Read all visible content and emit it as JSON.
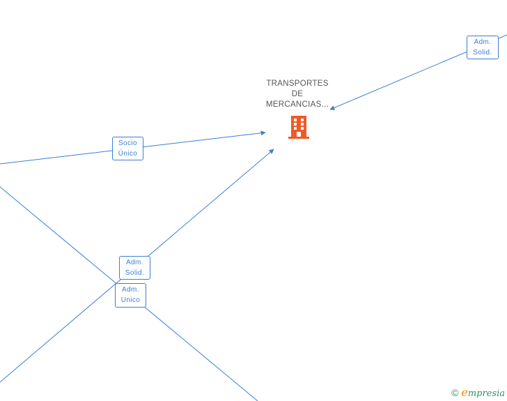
{
  "company": {
    "name_lines": [
      "TRANSPORTES",
      "DE",
      "MERCANCIAS..."
    ],
    "icon": "building-icon",
    "icon_color": "#f05a28"
  },
  "edges": [
    {
      "label_lines": [
        "Adm.",
        "Solid."
      ]
    },
    {
      "label_lines": [
        "Socio",
        "Único"
      ]
    },
    {
      "label_lines": [
        "Adm.",
        "Solid."
      ]
    },
    {
      "label_lines": [
        "Adm.",
        "Unico"
      ]
    }
  ],
  "footer": {
    "copyright_symbol": "©",
    "brand_initial": "e",
    "brand_rest": "mpresia"
  },
  "colors": {
    "line": "#3a7fd5",
    "label_text": "#3a7fd5",
    "brand_green": "#2f8f6a",
    "brand_orange": "#f08a00"
  }
}
